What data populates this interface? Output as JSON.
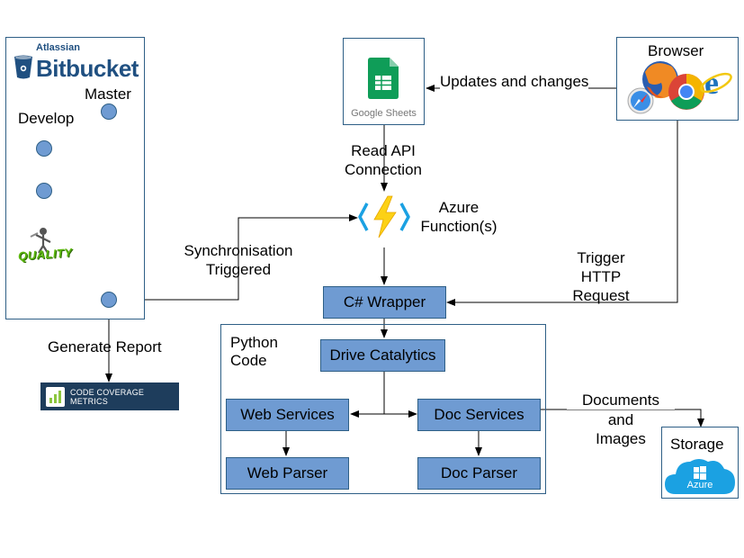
{
  "bitbucket": {
    "brand_small": "Atlassian",
    "brand_large": "Bitbucket",
    "master_label": "Master",
    "develop_label": "Develop",
    "quality_label": "QUALITY",
    "generate_report_label": "Generate Report",
    "coverage_badge": "CODE COVERAGE METRICS"
  },
  "google_sheets": {
    "caption": "Google Sheets"
  },
  "browser": {
    "title": "Browser"
  },
  "azure_function": {
    "title_line1": "Azure",
    "title_line2": "Function(s)"
  },
  "edges": {
    "updates": "Updates and changes",
    "read_api_line1": "Read API",
    "read_api_line2": "Connection",
    "sync_line1": "Synchronisation",
    "sync_line2": "Triggered",
    "trigger_line1": "Trigger",
    "trigger_line2": "HTTP",
    "trigger_line3": "Request",
    "docs_line1": "Documents",
    "docs_line2": "and",
    "docs_line3": "Images"
  },
  "wrapper": {
    "label": "C# Wrapper"
  },
  "python": {
    "title_line1": "Python",
    "title_line2": "Code",
    "drive": "Drive Catalytics",
    "web_services": "Web Services",
    "doc_services": "Doc Services",
    "web_parser": "Web Parser",
    "doc_parser": "Doc Parser"
  },
  "storage": {
    "title": "Storage",
    "cloud_label": "Azure"
  },
  "colors": {
    "box_fill": "#6f9bd2",
    "box_border": "#2e5f86",
    "bitbucket_blue": "#205081",
    "sheets_green": "#0f9d58",
    "azure_blue": "#1ba1e2",
    "azure_yellow": "#fcd116",
    "quality_green": "#5cb80e",
    "coverage_navy": "#1e3d5c"
  }
}
